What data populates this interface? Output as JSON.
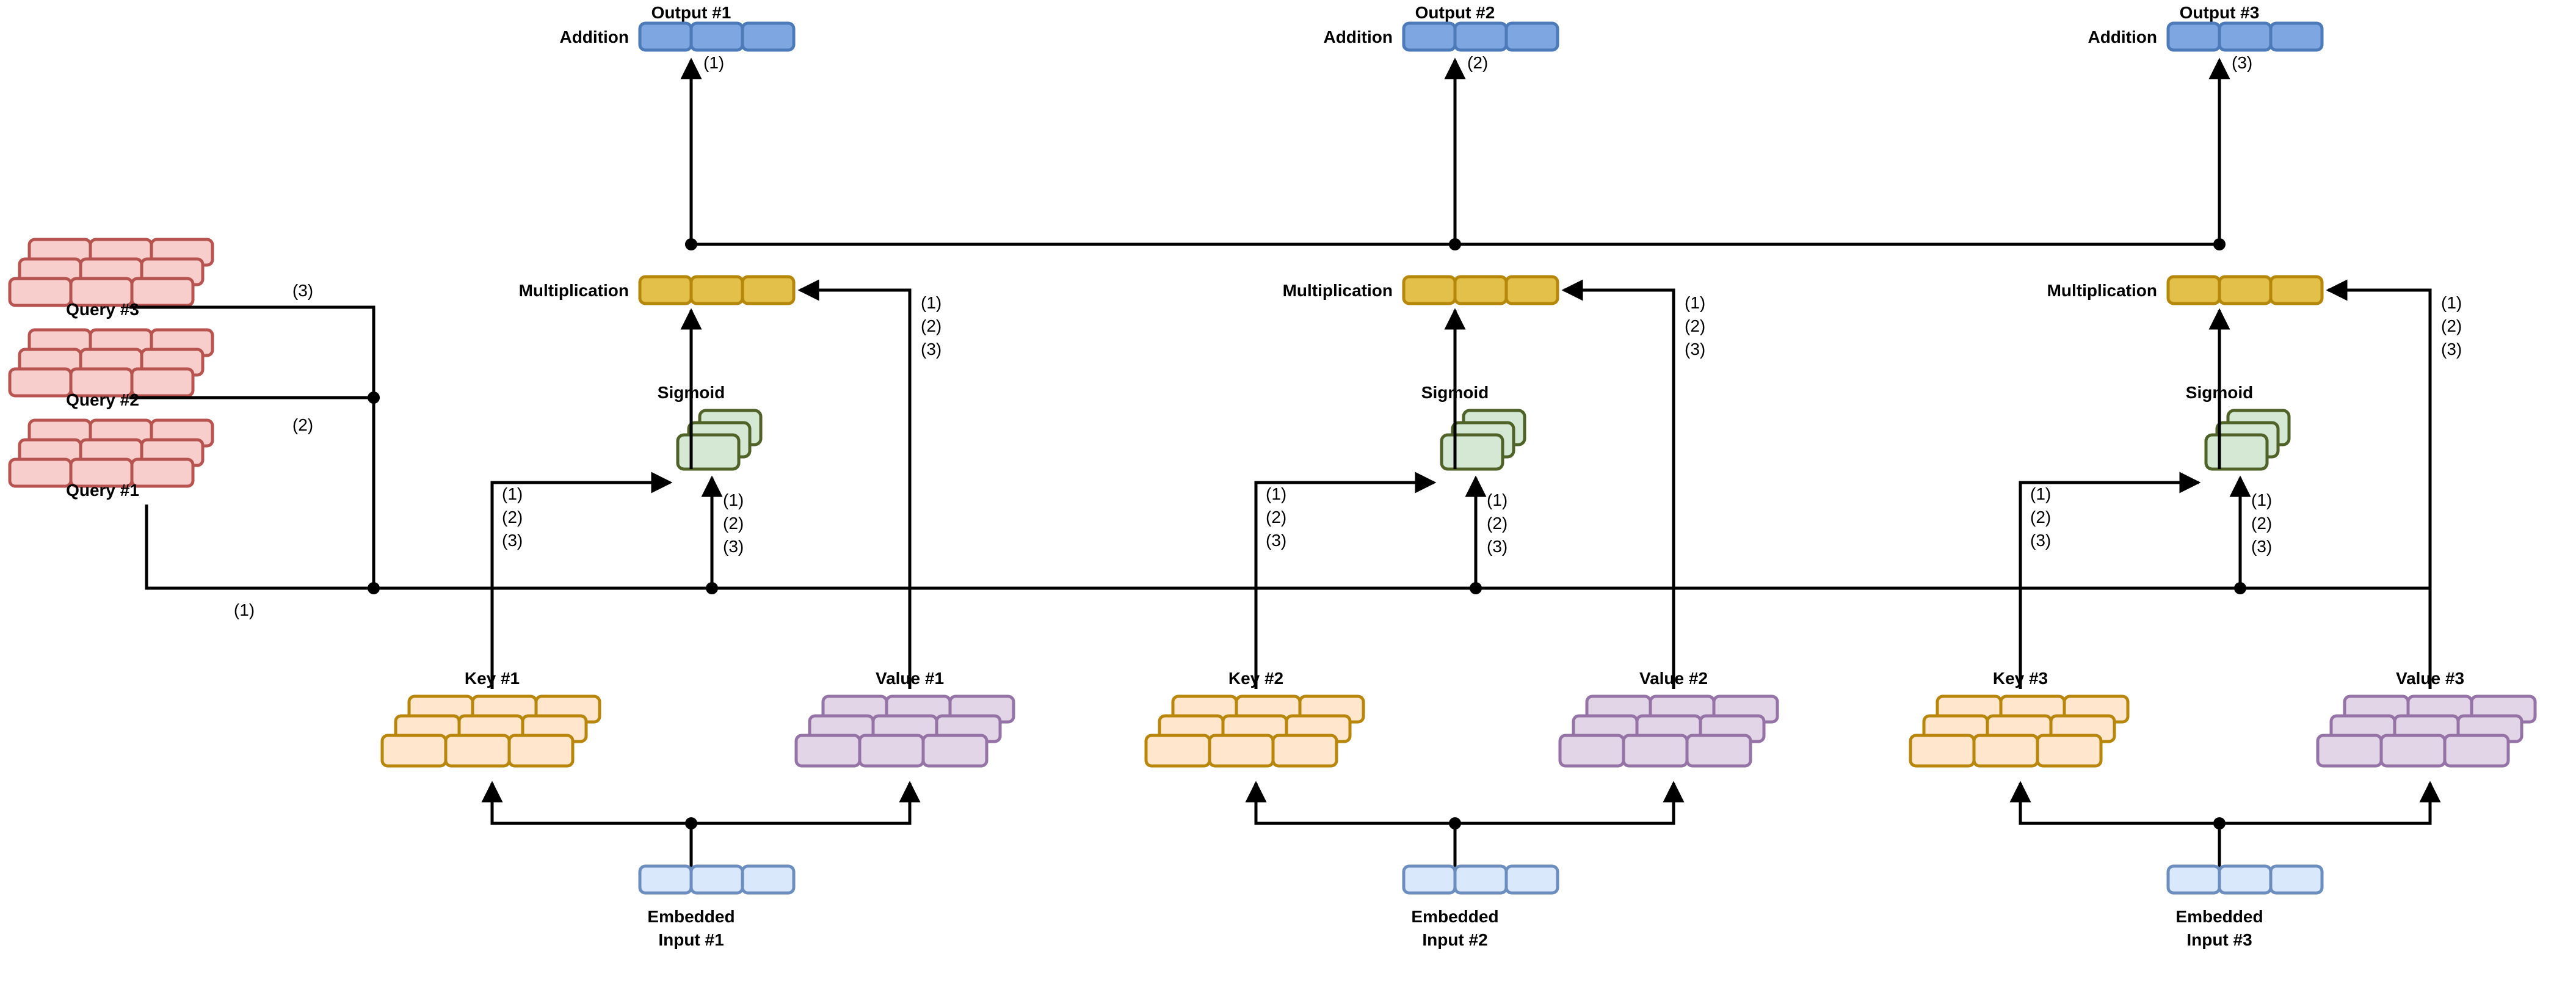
{
  "diagram": {
    "title": "Self-Attention / Gated Attention Mechanism Diagram",
    "palette": {
      "query_fill": "#f8cecc",
      "query_stroke": "#b85450",
      "key_fill": "#ffe6cc",
      "key_stroke": "#b8860b",
      "value_fill": "#e1d5e7",
      "value_stroke": "#9673a6",
      "sigmoid_fill": "#d5e8d4",
      "sigmoid_stroke": "#4f6228",
      "mult_fill": "#e3c04a",
      "mult_stroke": "#b5870b",
      "output_fill": "#7ea6e0",
      "output_stroke": "#4d7ab8",
      "input_fill": "#dae8fc",
      "input_stroke": "#6c8ebf",
      "line": "#000000"
    },
    "labels": {
      "addition": "Addition",
      "multiplication": "Multiplication",
      "sigmoid": "Sigmoid"
    },
    "queries": [
      {
        "label": "Query #1",
        "edge": "(1)"
      },
      {
        "label": "Query #2",
        "edge": "(2)"
      },
      {
        "label": "Query #3",
        "edge": "(3)"
      }
    ],
    "columns": [
      {
        "index": 1,
        "output_label": "Output #1",
        "addition_label": "Addition",
        "multiplication_label": "Multiplication",
        "sigmoid_label": "Sigmoid",
        "key_label": "Key #1",
        "value_label": "Value #1",
        "input_label_line1": "Embedded",
        "input_label_line2": "Input #1",
        "output_edge": "(1)",
        "key_to_sigmoid_edges": [
          "(1)",
          "(2)",
          "(3)"
        ],
        "query_to_sigmoid_edges": [
          "(1)",
          "(2)",
          "(3)"
        ],
        "value_to_mult_edges": [
          "(1)",
          "(2)",
          "(3)"
        ]
      },
      {
        "index": 2,
        "output_label": "Output #2",
        "addition_label": "Addition",
        "multiplication_label": "Multiplication",
        "sigmoid_label": "Sigmoid",
        "key_label": "Key #2",
        "value_label": "Value #2",
        "input_label_line1": "Embedded",
        "input_label_line2": "Input #2",
        "output_edge": "(2)",
        "key_to_sigmoid_edges": [
          "(1)",
          "(2)",
          "(3)"
        ],
        "query_to_sigmoid_edges": [
          "(1)",
          "(2)",
          "(3)"
        ],
        "value_to_mult_edges": [
          "(1)",
          "(2)",
          "(3)"
        ]
      },
      {
        "index": 3,
        "output_label": "Output #3",
        "addition_label": "Addition",
        "multiplication_label": "Multiplication",
        "sigmoid_label": "Sigmoid",
        "key_label": "Key #3",
        "value_label": "Value #3",
        "input_label_line1": "Embedded",
        "input_label_line2": "Input #3",
        "output_edge": "(3)",
        "key_to_sigmoid_edges": [
          "(1)",
          "(2)",
          "(3)"
        ],
        "query_to_sigmoid_edges": [
          "(1)",
          "(2)",
          "(3)"
        ],
        "value_to_mult_edges": [
          "(1)",
          "(2)",
          "(3)"
        ]
      }
    ]
  }
}
